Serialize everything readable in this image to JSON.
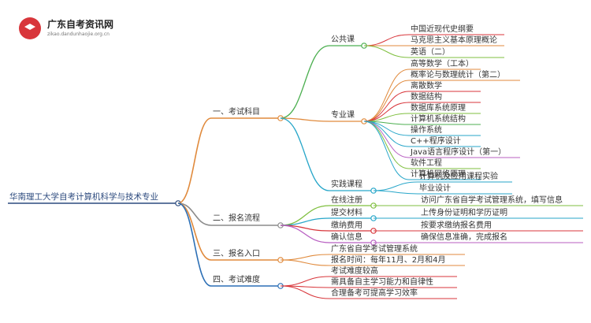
{
  "logo": {
    "title": "广东自考资讯网",
    "url": "zikao.dandunhaojie.org.cn"
  },
  "root": "华南理工大学自考计算机科学与技术专业",
  "branches": [
    {
      "label": "一、考试科目",
      "color": "#e08a3c",
      "children": [
        {
          "label": "公共课",
          "color": "#4caf50",
          "items": [
            "中国近现代史纲要",
            "马克思主义基本原理概论",
            "英语（二）"
          ]
        },
        {
          "label": "专业课",
          "color": "#e08a3c",
          "items": [
            "高等数学（工本）",
            "概率论与数理统计（第二）",
            "离散数学",
            "数据结构",
            "数据库系统原理",
            "计算机系统结构",
            "操作系统",
            "C++程序设计",
            "Java语言程序设计（第一）",
            "软件工程",
            "计算机网络原理"
          ]
        },
        {
          "label": "实践课程",
          "color": "#27a6c9",
          "items": [
            "计算机及应用课程实验",
            "毕业设计"
          ]
        }
      ]
    },
    {
      "label": "二、报名流程",
      "color": "#8b8b8b",
      "children": [
        {
          "label": "在线注册",
          "color": "#7fbf3f",
          "items": [
            "访问广东省自学考试管理系统，填写信息"
          ]
        },
        {
          "label": "提交材料",
          "color": "#27a6c9",
          "items": [
            "上传身份证明和学历证明"
          ]
        },
        {
          "label": "缴纳费用",
          "color": "#d8363b",
          "items": [
            "按要求缴纳报名费用"
          ]
        },
        {
          "label": "确认信息",
          "color": "#b85fc2",
          "items": [
            "确保信息准确，完成报名"
          ]
        }
      ]
    },
    {
      "label": "三、报名入口",
      "color": "#e08a3c",
      "children": [],
      "items": [
        "广东省自学考试管理系统",
        "报名时间：每年11月、2月和4月"
      ]
    },
    {
      "label": "四、考试难度",
      "color": "#2c6fb5",
      "children": [],
      "items": [
        "考试难度较高",
        "需具备自主学习能力和自律性",
        "合理备考可提高学习效率"
      ]
    }
  ]
}
